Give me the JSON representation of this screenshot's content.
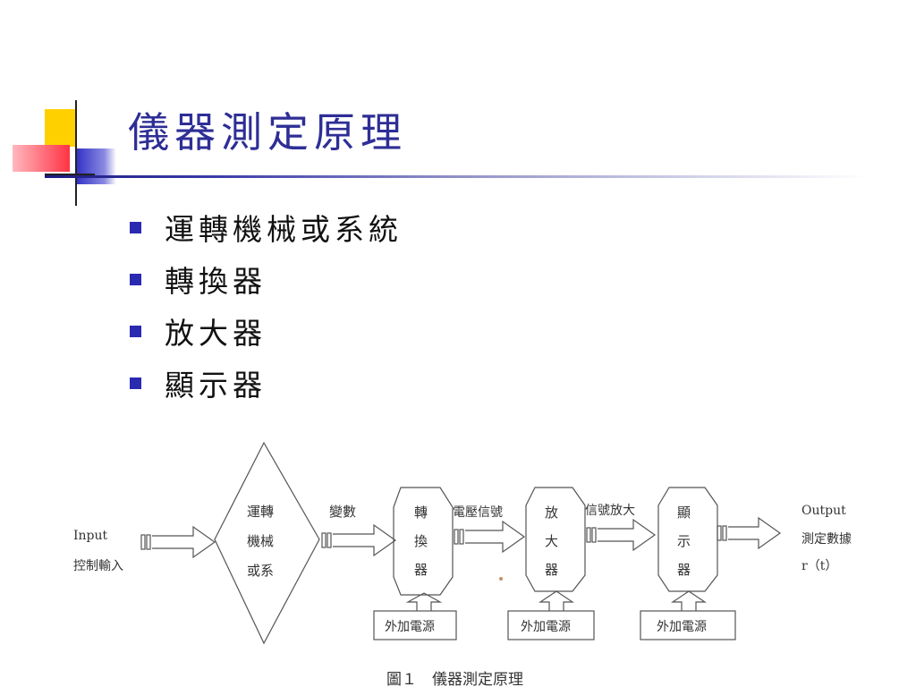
{
  "slide": {
    "title": "儀器測定原理",
    "bullets": [
      "運轉機械或系統",
      "轉換器",
      "放大器",
      "顯示器"
    ]
  },
  "diagram": {
    "input_label": "Input",
    "input_sub": "控制輸入",
    "system_label": [
      "運轉",
      "機械",
      "或系"
    ],
    "var_label": "變數",
    "transducer_label": [
      "轉",
      "換",
      "器"
    ],
    "voltage_label": "電壓信號",
    "amplifier_label": [
      "放",
      "大",
      "器"
    ],
    "amplified_label": "信號放大",
    "display_label": [
      "顯",
      "示",
      "器"
    ],
    "output_label": "Output",
    "output_sub": "測定數據",
    "output_func": "r（t）",
    "power_label": "外加電源",
    "caption": "圖１　儀器測定原理"
  },
  "colors": {
    "title": "#2e2e96",
    "bullet": "#2a2ab0",
    "deco_yellow": "#ffd000",
    "deco_red": "#ff4a5a",
    "deco_blue": "#3a3ad0"
  }
}
